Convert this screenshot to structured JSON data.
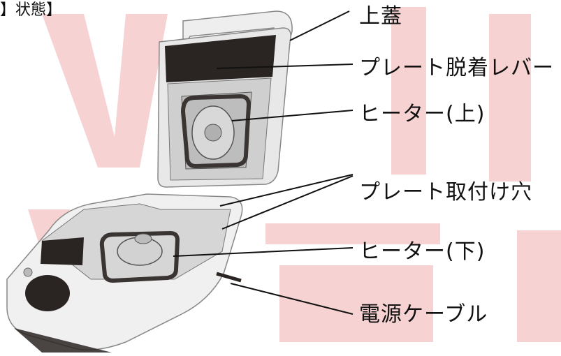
{
  "heading": "】状態】",
  "labels": {
    "upper_lid": "上蓋",
    "plate_release_lever": "プレート脱着レバー",
    "heater_upper": "ヒーター(上)",
    "plate_mounting_holes": "プレート取付け穴",
    "heater_lower": "ヒーター(下)",
    "power_cable": "電源ケーブル"
  },
  "colors": {
    "watermark": "#f6c9c9",
    "body_white": "#f2f2f2",
    "dark_panel": "#2a2422",
    "plate_metal": "#c9c9c9",
    "heater_dark": "#3a3533",
    "line": "#111111"
  }
}
